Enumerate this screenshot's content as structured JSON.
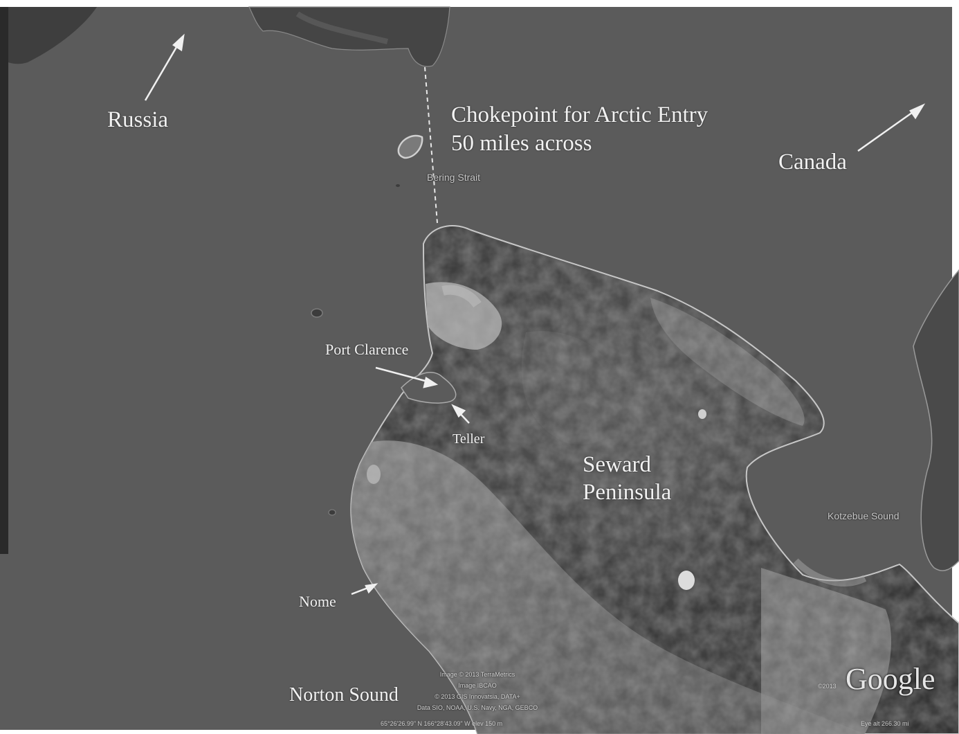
{
  "labels": {
    "russia": "Russia",
    "canada": "Canada",
    "chokepoint_line1": "Chokepoint for Arctic Entry",
    "chokepoint_line2": "50 miles across",
    "bering_strait": "Bering Strait",
    "port_clarence": "Port Clarence",
    "teller": "Teller",
    "seward_line1": "Seward",
    "seward_line2": "Peninsula",
    "kotzebue_sound": "Kotzebue Sound",
    "nome": "Nome",
    "norton_sound": "Norton Sound"
  },
  "credits": {
    "line1": "Image © 2013 TerraMetrics",
    "line2": "Image IBCAO",
    "line3": "© 2013 GIS Innovatsia, DATA+",
    "line4": "Data SIO, NOAA, U.S. Navy, NGA, GEBCO",
    "coords": "65°26'26.99\" N 166°28'43.09\" W elev 150 m",
    "google": "Google",
    "google_year": "©2013",
    "eye_alt": "Eye alt 266.30 mi"
  },
  "colors": {
    "water": "#5b5b5b",
    "land_dark": "#3a3a3a",
    "land_mid": "#6e6e6e",
    "land_light": "#a9a9a9",
    "label": "#f2f2f2"
  }
}
